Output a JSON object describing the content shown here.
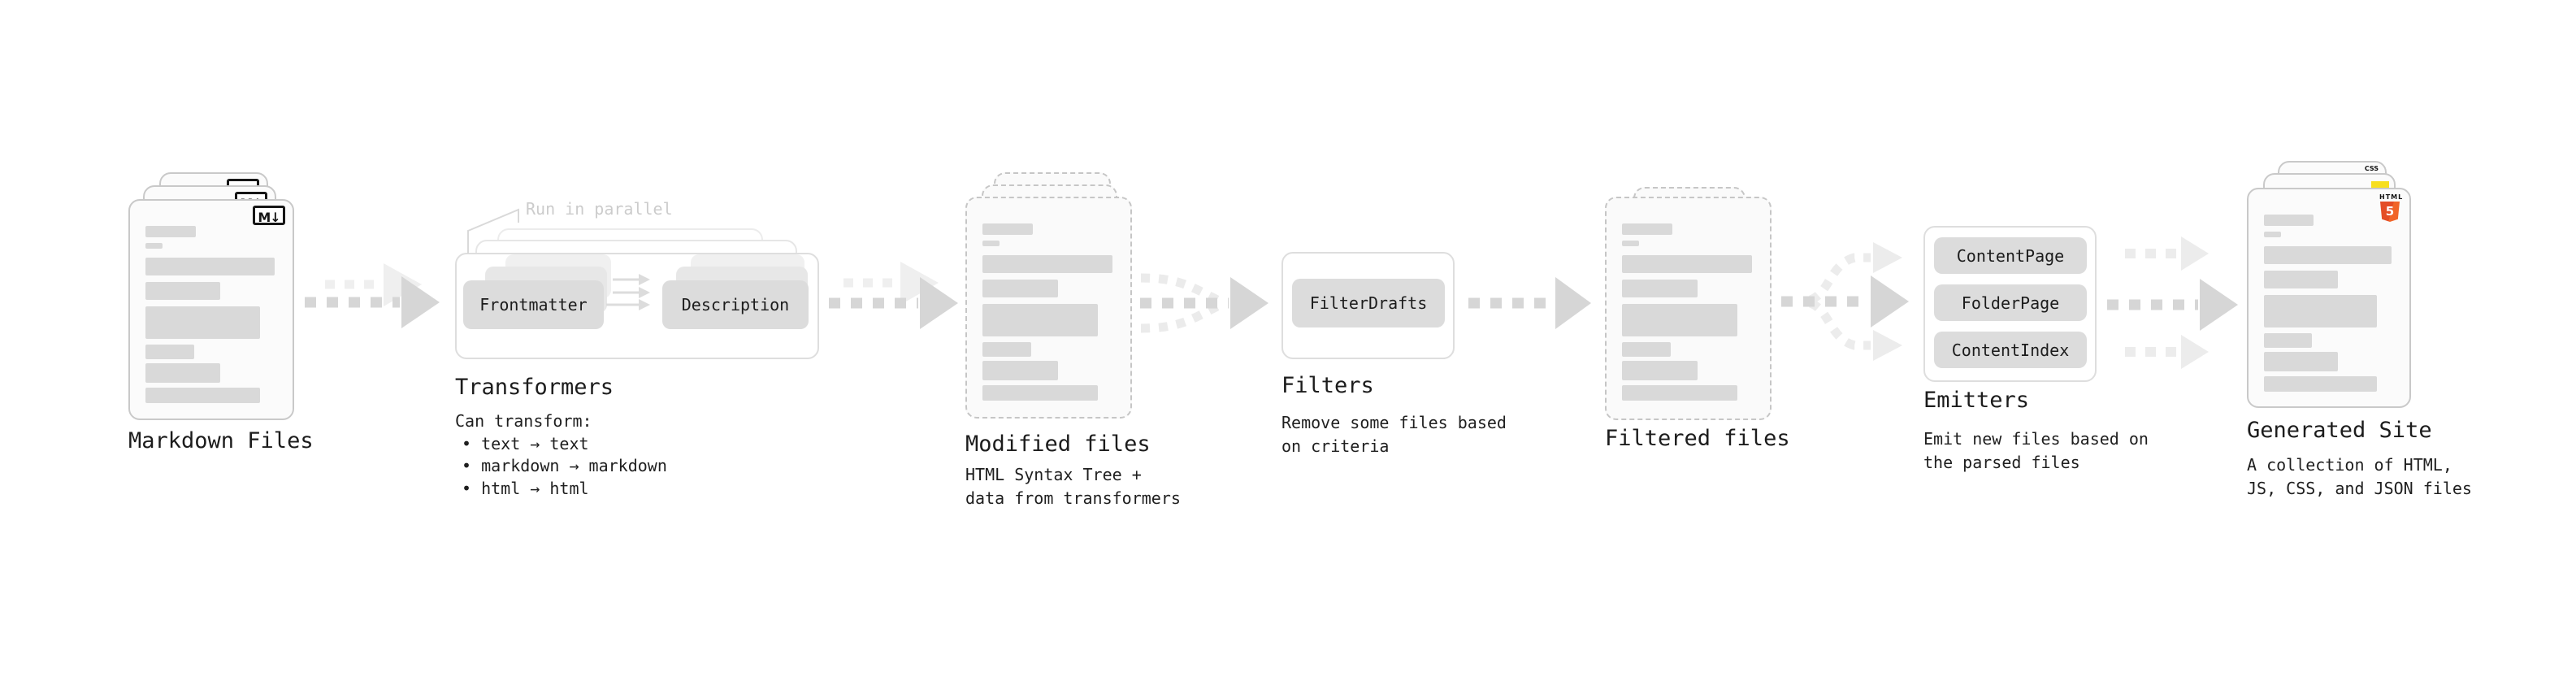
{
  "annotation": {
    "run_in_parallel": "Run in parallel"
  },
  "stages": {
    "markdown_files": {
      "label": "Markdown Files",
      "file_badge": "M↓"
    },
    "transformers": {
      "label": "Transformers",
      "input_pill": "Frontmatter",
      "output_pill": "Description",
      "note_title": "Can transform:",
      "bullets": [
        "• text → text",
        "• markdown → markdown",
        "• html → html"
      ]
    },
    "modified_files": {
      "label": "Modified files",
      "note_line1": "HTML Syntax Tree +",
      "note_line2": "data from transformers"
    },
    "filters": {
      "label": "Filters",
      "pill": "FilterDrafts",
      "note_line1": "Remove some files based",
      "note_line2": "on criteria"
    },
    "filtered_files": {
      "label": "Filtered files"
    },
    "emitters": {
      "label": "Emitters",
      "pills": [
        "ContentPage",
        "FolderPage",
        "ContentIndex"
      ],
      "note_line1": "Emit new files based on",
      "note_line2": "the parsed files"
    },
    "generated_site": {
      "label": "Generated Site",
      "note_line1": "A collection of HTML,",
      "note_line2": "JS, CSS, and JSON files",
      "html5_badge_word": "HTML",
      "html5_badge_number": "5",
      "css_badge": "CSS"
    }
  },
  "colors": {
    "doc_bar_gray": "#d9d9d9",
    "doc_border": "#c9c9c9",
    "arrow_gray": "#d6d6d6",
    "arrow_light_gray": "#ececec",
    "annotation_gray": "#cccccc",
    "html5_orange": "#e44d26",
    "html5_orange_light": "#f16529",
    "js_yellow": "#f7df1e",
    "css_blue": "#2b5ce0"
  }
}
